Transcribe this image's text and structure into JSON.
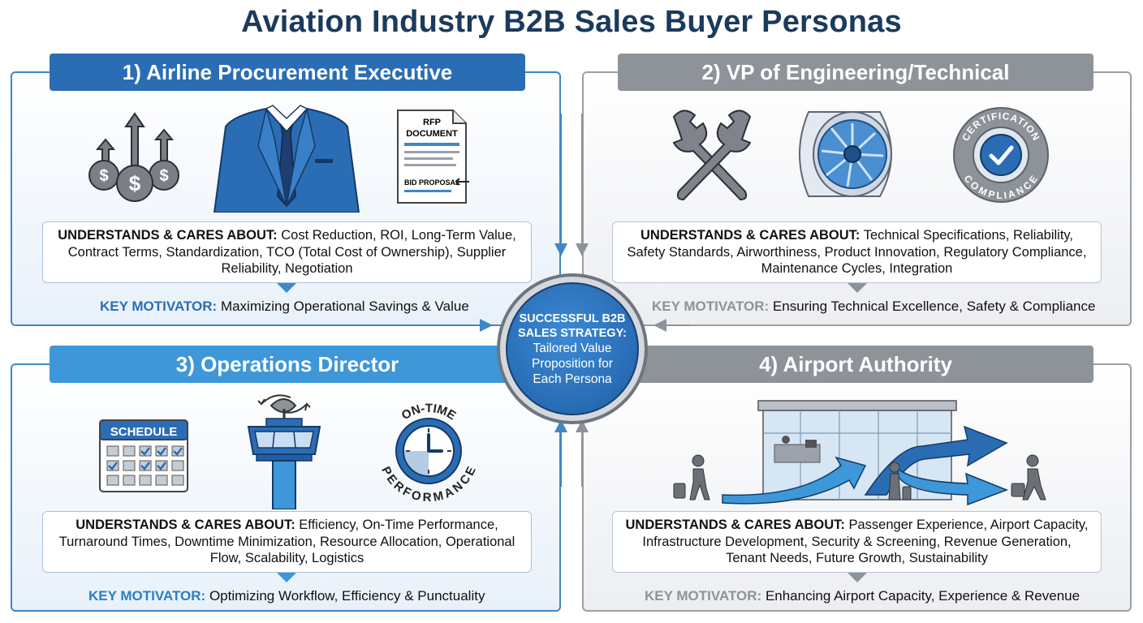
{
  "title": "Aviation Industry B2B Sales Buyer Personas",
  "center": {
    "heading_line1": "SUCCESSFUL B2B",
    "heading_line2": "SALES STRATEGY:",
    "body_line1": "Tailored Value",
    "body_line2": "Proposition for",
    "body_line3": "Each Persona"
  },
  "labels": {
    "understands": "UNDERSTANDS & CARES ABOUT:",
    "key_motivator": "KEY MOTIVATOR:"
  },
  "personas": [
    {
      "title": "1) Airline Procurement Executive",
      "cares": "Cost Reduction, ROI, Long-Term Value, Contract Terms, Standardization, TCO (Total Cost of Ownership), Supplier Reliability, Negotiation",
      "motivator": "Maximizing Operational Savings & Value",
      "icon_text": {
        "rfp": "RFP",
        "document": "DOCUMENT",
        "bid": "BID PROPOSAL"
      }
    },
    {
      "title": "2) VP of Engineering/Technical",
      "cares": "Technical Specifications, Reliability, Safety Standards, Airworthiness, Product Innovation, Regulatory Compliance, Maintenance Cycles, Integration",
      "motivator": "Ensuring Technical Excellence, Safety & Compliance",
      "icon_text": {
        "seal_top": "CERTIFICATION",
        "seal_bottom": "COMPLIANCE"
      }
    },
    {
      "title": "3) Operations Director",
      "cares": "Efficiency, On-Time Performance, Turnaround Times, Downtime Minimization, Resource Allocation, Operational Flow, Scalability, Logistics",
      "motivator": "Optimizing Workflow, Efficiency & Punctuality",
      "icon_text": {
        "schedule": "SCHEDULE",
        "clock_top": "ON-TIME",
        "clock_bottom": "PERFORMANCE"
      }
    },
    {
      "title": "4) Airport Authority",
      "cares": "Passenger Experience, Airport Capacity, Infrastructure Development, Security & Screening, Revenue Generation, Tenant Needs, Future Growth, Sustainability",
      "motivator": "Enhancing Airport Capacity, Experience & Revenue"
    }
  ],
  "colors": {
    "title": "#1b3a5c",
    "blue_dark": "#2a6db5",
    "blue_light": "#3d97d9",
    "gray": "#8e9399"
  }
}
